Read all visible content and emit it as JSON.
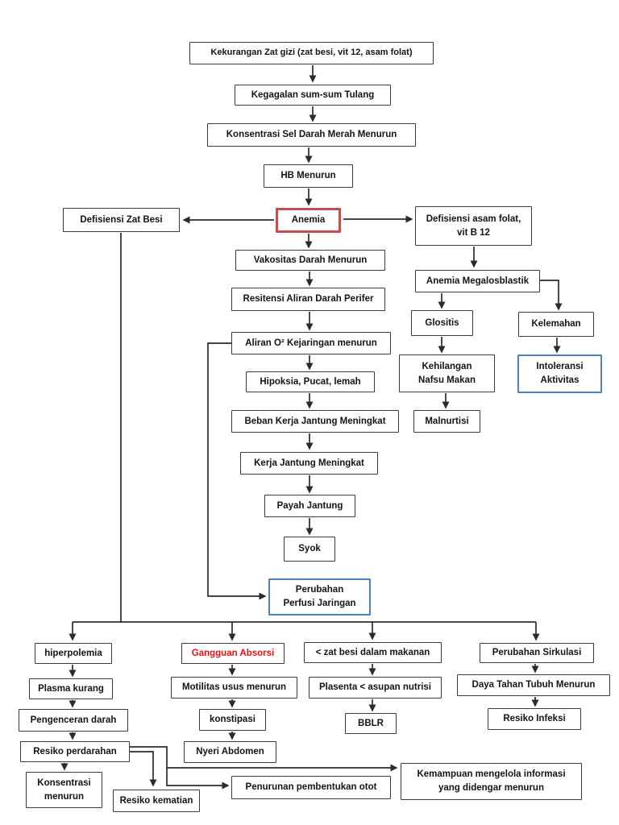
{
  "document": {
    "type": "flowchart",
    "language": "Indonesian",
    "topic": "Pathway Anemia (nutrient deficiency flowchart)"
  },
  "colors": {
    "page_background": "#ffffff",
    "node_border": "#3a3a3a",
    "node_text": "#141414",
    "anemia_border_red": "#c0504d",
    "highlight_border_blue": "#4f81bd",
    "alert_text_red": "#ee1111",
    "connector": "#2b2b2b"
  },
  "nodes": {
    "kekurangan_zat_gizi": {
      "label": "Kekurangan Zat gizi (zat besi, vit 12, asam folat)"
    },
    "kegagalan_sumsum": {
      "label": "Kegagalan sum-sum Tulang"
    },
    "konsentrasi_sel_darah": {
      "label": "Konsentrasi Sel Darah Merah Menurun"
    },
    "hb_menurun": {
      "label": "HB Menurun"
    },
    "anemia": {
      "label": "Anemia"
    },
    "defisiensi_zat_besi": {
      "label": "Defisiensi Zat Besi"
    },
    "defisiensi_asam_folat": {
      "label": "Defisiensi asam folat,\nvit B 12"
    },
    "vakositas_darah": {
      "label": "Vakositas Darah Menurun"
    },
    "anemia_megalosblastik": {
      "label": "Anemia Megalosblastik"
    },
    "resitensi_aliran": {
      "label": "Resitensi Aliran Darah Perifer"
    },
    "glositis": {
      "label": "Glositis"
    },
    "kelemahan": {
      "label": "Kelemahan"
    },
    "aliran_o2": {
      "label": "Aliran O² Kejaringan menurun"
    },
    "kehilangan_nafsu_makan": {
      "label": "Kehilangan\nNafsu Makan"
    },
    "intoleransi_aktivitas": {
      "label": "Intoleransi\nAktivitas"
    },
    "hipoksia": {
      "label": "Hipoksia, Pucat, lemah"
    },
    "beban_kerja_jantung": {
      "label": "Beban Kerja Jantung Meningkat"
    },
    "malnurtisi": {
      "label": "Malnurtisi"
    },
    "kerja_jantung": {
      "label": "Kerja Jantung Meningkat"
    },
    "payah_jantung": {
      "label": "Payah Jantung"
    },
    "syok": {
      "label": "Syok"
    },
    "perubahan_perfusi": {
      "label": "Perubahan\nPerfusi Jaringan"
    },
    "hiperpolemia": {
      "label": "hiperpolemia"
    },
    "gangguan_absorsi": {
      "label": "Gangguan Absorsi"
    },
    "zat_besi_dalam_makanan": {
      "label": "< zat besi dalam makanan"
    },
    "perubahan_sirkulasi": {
      "label": "Perubahan Sirkulasi"
    },
    "plasma_kurang": {
      "label": "Plasma kurang"
    },
    "motilitas_usus": {
      "label": "Motilitas usus menurun"
    },
    "plasenta_asupan": {
      "label": "Plasenta < asupan nutrisi"
    },
    "daya_tahan_tubuh": {
      "label": "Daya Tahan Tubuh Menurun"
    },
    "pengenceran_darah": {
      "label": "Pengenceran darah"
    },
    "konstipasi": {
      "label": "konstipasi"
    },
    "bblr": {
      "label": "BBLR"
    },
    "resiko_infeksi": {
      "label": "Resiko Infeksi"
    },
    "resiko_perdarahan": {
      "label": "Resiko perdarahan"
    },
    "nyeri_abdomen": {
      "label": "Nyeri Abdomen"
    },
    "konsentrasi_menurun": {
      "label": "Konsentrasi\nmenurun"
    },
    "resiko_kematian": {
      "label": "Resiko kematian"
    },
    "penurunan_pembentukan_otot": {
      "label": "Penurunan pembentukan otot"
    },
    "kemampuan_mengelola": {
      "label": "Kemampuan mengelola informasi\nyang didengar menurun"
    }
  },
  "edges": [
    {
      "from": "kekurangan_zat_gizi",
      "to": "kegagalan_sumsum"
    },
    {
      "from": "kegagalan_sumsum",
      "to": "konsentrasi_sel_darah"
    },
    {
      "from": "konsentrasi_sel_darah",
      "to": "hb_menurun"
    },
    {
      "from": "hb_menurun",
      "to": "anemia"
    },
    {
      "from": "anemia",
      "to": "defisiensi_zat_besi"
    },
    {
      "from": "anemia",
      "to": "defisiensi_asam_folat"
    },
    {
      "from": "anemia",
      "to": "vakositas_darah"
    },
    {
      "from": "vakositas_darah",
      "to": "resitensi_aliran"
    },
    {
      "from": "resitensi_aliran",
      "to": "aliran_o2"
    },
    {
      "from": "aliran_o2",
      "to": "hipoksia"
    },
    {
      "from": "aliran_o2",
      "to": "perubahan_perfusi"
    },
    {
      "from": "hipoksia",
      "to": "beban_kerja_jantung"
    },
    {
      "from": "beban_kerja_jantung",
      "to": "kerja_jantung"
    },
    {
      "from": "kerja_jantung",
      "to": "payah_jantung"
    },
    {
      "from": "payah_jantung",
      "to": "syok"
    },
    {
      "from": "defisiensi_asam_folat",
      "to": "anemia_megalosblastik"
    },
    {
      "from": "anemia_megalosblastik",
      "to": "glositis"
    },
    {
      "from": "anemia_megalosblastik",
      "to": "kelemahan"
    },
    {
      "from": "glositis",
      "to": "kehilangan_nafsu_makan"
    },
    {
      "from": "kehilangan_nafsu_makan",
      "to": "malnurtisi"
    },
    {
      "from": "kelemahan",
      "to": "intoleransi_aktivitas"
    },
    {
      "from": "defisiensi_zat_besi",
      "to": "hiperpolemia"
    },
    {
      "from": "defisiensi_zat_besi",
      "to": "gangguan_absorsi"
    },
    {
      "from": "defisiensi_zat_besi",
      "to": "zat_besi_dalam_makanan"
    },
    {
      "from": "defisiensi_zat_besi",
      "to": "perubahan_sirkulasi"
    },
    {
      "from": "hiperpolemia",
      "to": "plasma_kurang"
    },
    {
      "from": "plasma_kurang",
      "to": "pengenceran_darah"
    },
    {
      "from": "pengenceran_darah",
      "to": "resiko_perdarahan"
    },
    {
      "from": "resiko_perdarahan",
      "to": "konsentrasi_menurun"
    },
    {
      "from": "resiko_perdarahan",
      "to": "resiko_kematian"
    },
    {
      "from": "resiko_perdarahan",
      "to": "penurunan_pembentukan_otot"
    },
    {
      "from": "resiko_perdarahan",
      "to": "kemampuan_mengelola"
    },
    {
      "from": "gangguan_absorsi",
      "to": "motilitas_usus"
    },
    {
      "from": "motilitas_usus",
      "to": "konstipasi"
    },
    {
      "from": "konstipasi",
      "to": "nyeri_abdomen"
    },
    {
      "from": "zat_besi_dalam_makanan",
      "to": "plasenta_asupan"
    },
    {
      "from": "plasenta_asupan",
      "to": "bblr"
    },
    {
      "from": "perubahan_sirkulasi",
      "to": "daya_tahan_tubuh"
    },
    {
      "from": "daya_tahan_tubuh",
      "to": "resiko_infeksi"
    }
  ]
}
